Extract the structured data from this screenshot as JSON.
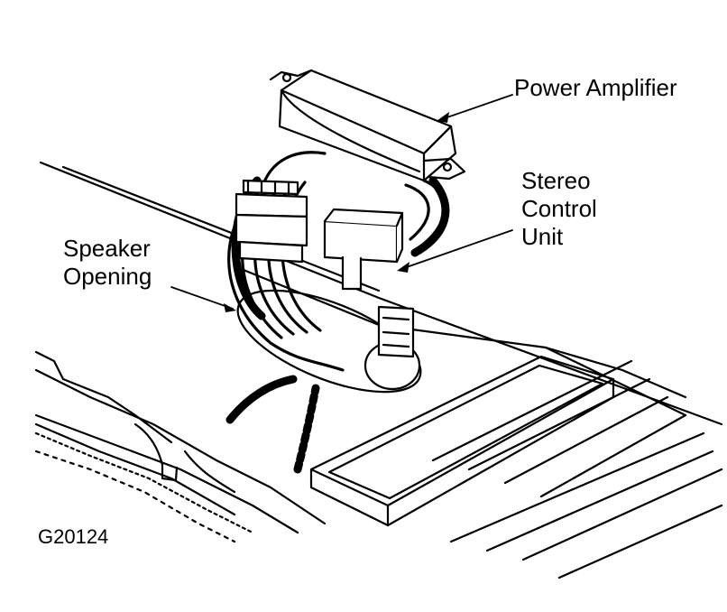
{
  "labels": {
    "power_amplifier": "Power Amplifier",
    "stereo_control_unit": [
      "Stereo",
      "Control",
      "Unit"
    ],
    "speaker_opening": [
      "Speaker",
      "Opening"
    ]
  },
  "figure_id": "G20124"
}
